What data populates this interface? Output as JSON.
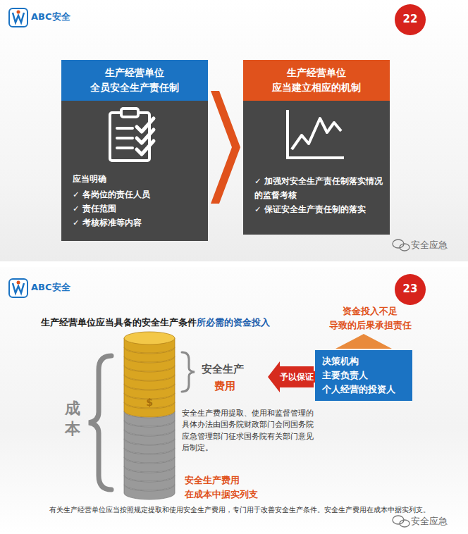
{
  "diagram": {
    "nodes": [
      {
        "text": [
          "生产经营单位 全员安全生产责任制",
          "应当明确",
          "✓ 各岗位的责任人员",
          "✓ 责任范围",
          "✓ 考核标准等内容"
        ]
      },
      {
        "text": [
          "生产经营单位 应当建立相应的机制",
          "✓ 加强对安全生产责任制落实情况的监督考核",
          "✓ 保证安全生产责任制的落实"
        ]
      },
      {
        "text": [
          "资金投入不足 导致的后果承担责任"
        ]
      },
      {
        "text": [
          "决策机构",
          "主要负责人",
          "个人经营的投资人"
        ]
      },
      {
        "text": [
          "安全生产",
          "费用"
        ]
      }
    ],
    "edges": [
      {
        "from": 0,
        "to": 1,
        "arrow": "to"
      },
      {
        "from": 3,
        "to": 2,
        "arrow": "to"
      },
      {
        "from": 3,
        "to": 4,
        "label": "予以保证",
        "arrow": "to"
      }
    ],
    "labels": [
      "ABC安全",
      "22",
      "安全应急",
      "ABC安全",
      "23",
      "生产经营单位应当具备的安全生产条件",
      "所必需的资金投入",
      "成本",
      "安全生产费用提取、使用和监督管理的具体办法由国务院财政部门会同国务院应急管理部门征求国务院有关部门意见后制定。",
      "安全生产费用 在成本中据实列支",
      "有关生产经营单位应当按照规定提取和使用安全生产费用，专门用于改善安全生产条件。安全生产费用在成本中据实列支。",
      "安全应急",
      "$"
    ]
  }
}
